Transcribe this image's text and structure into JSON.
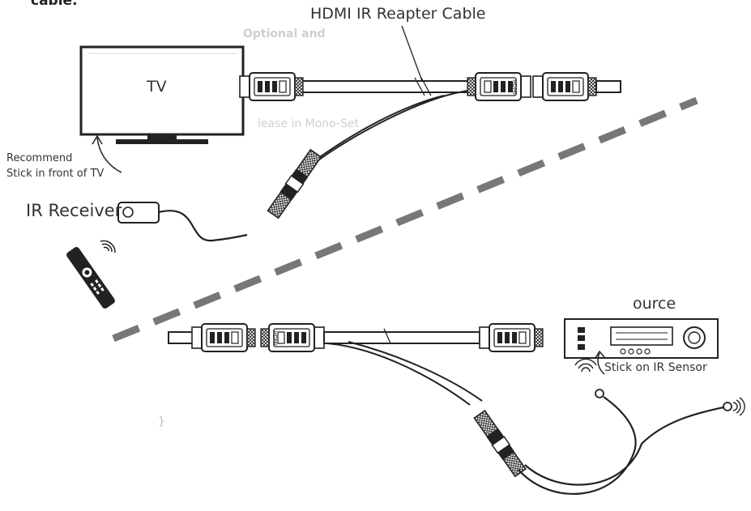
{
  "labels": {
    "top_cut": "cable.",
    "title": "HDMI IR Reapter Cable",
    "tv": "TV",
    "recommend_line1": "Recommend",
    "recommend_line2": "Stick in front of TV",
    "ir_receiver": "IR Receiver",
    "source": "ource",
    "stick_on_sensor": "Stick on IR Sensor"
  },
  "ghost_text": {
    "line1": "Optional and",
    "line2": "lease in Mono-Set",
    "line3": "}"
  },
  "connector_marking": "HDMI",
  "colors": {
    "line": "#2b2b2b",
    "cable_fill": "#ffffff",
    "dashed_divider": "#777777",
    "ghost_text": "#cfcfcf"
  }
}
